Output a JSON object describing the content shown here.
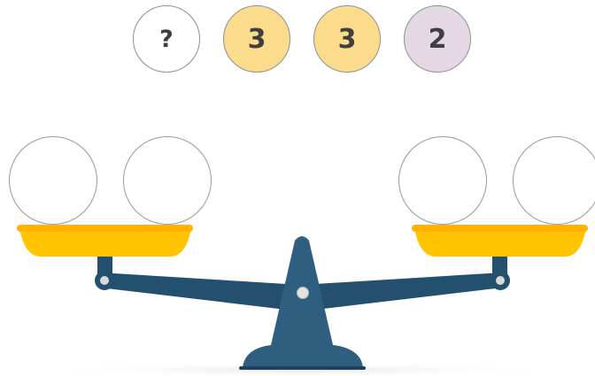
{
  "tokens": [
    {
      "label": "?",
      "color": "#ffffff"
    },
    {
      "label": "3",
      "color": "#fbdc8d"
    },
    {
      "label": "3",
      "color": "#fbdc8d"
    },
    {
      "label": "2",
      "color": "#e5d8e5"
    }
  ],
  "colors": {
    "pan": "#ffc300",
    "pan_rim": "#ffb300",
    "beam": "#24506f",
    "beam_shadow": "#1d4260",
    "stand": "#2f5f80",
    "pivot": "#d9d9d9",
    "ground_shadow": "#efefef"
  },
  "scale": {
    "left_pan_slots": 2,
    "right_pan_slots": 2,
    "balance_state": "level"
  }
}
